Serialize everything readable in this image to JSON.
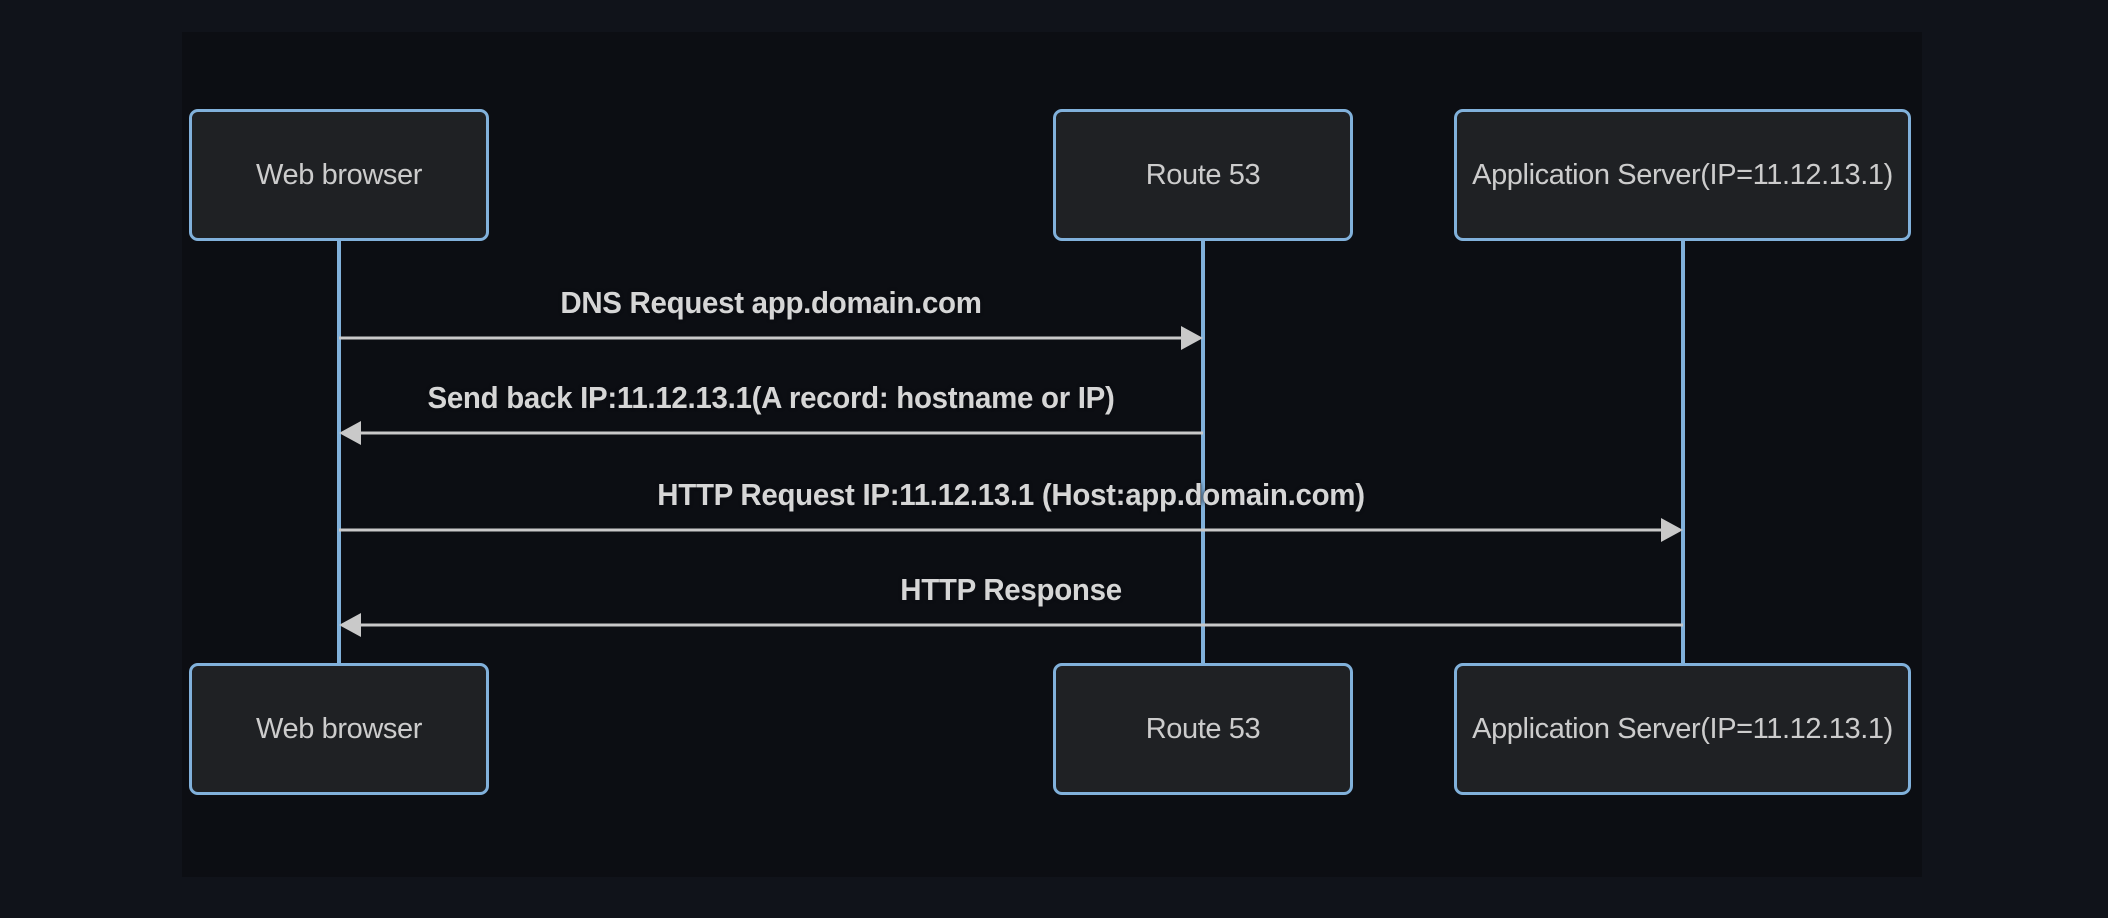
{
  "diagram": {
    "type": "sequence-diagram",
    "actors": [
      {
        "id": "web-browser",
        "label": "Web browser"
      },
      {
        "id": "route-53",
        "label": "Route 53"
      },
      {
        "id": "application-server",
        "label": "Application Server(IP=11.12.13.1)"
      }
    ],
    "messages": [
      {
        "label": "DNS Request app.domain.com",
        "from": "web-browser",
        "to": "route-53",
        "line": "solid",
        "direction": "right"
      },
      {
        "label": "Send back IP:11.12.13.1(A record: hostname or IP)",
        "from": "route-53",
        "to": "web-browser",
        "line": "solid",
        "direction": "left"
      },
      {
        "label": "HTTP Request IP:11.12.13.1 (Host:app.domain.com)",
        "from": "web-browser",
        "to": "application-server",
        "line": "solid",
        "direction": "right"
      },
      {
        "label": "HTTP Response",
        "from": "application-server",
        "to": "web-browser",
        "line": "solid",
        "direction": "left"
      }
    ],
    "colors": {
      "page_background": "#10131a",
      "diagram_background": "#0c0e13",
      "actor_border": "#81b1db",
      "actor_fill": "#1f2124",
      "actor_text": "#cccccc",
      "lifeline": "#81b1db",
      "signal_line": "#c9c9c9",
      "message_text": "#d6d6d6"
    }
  }
}
